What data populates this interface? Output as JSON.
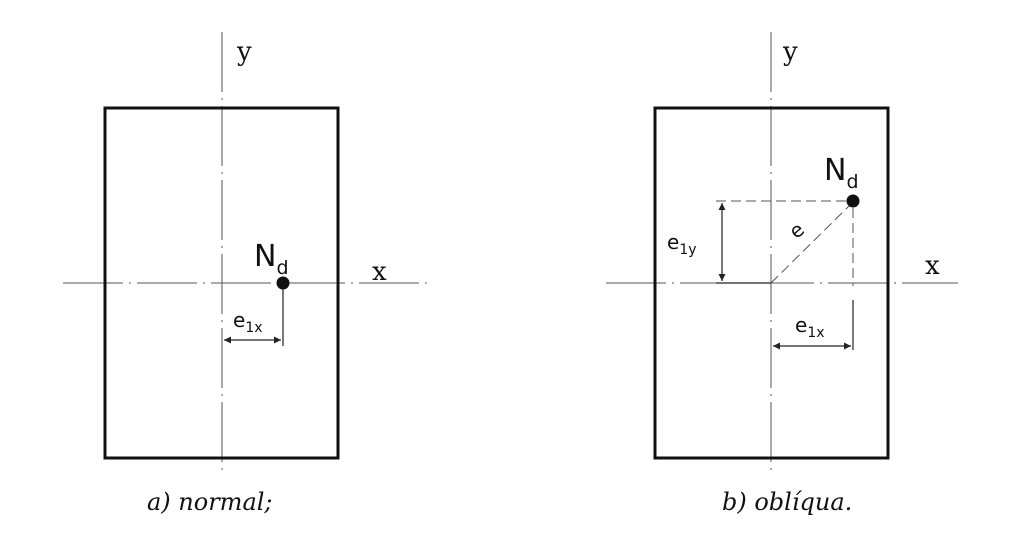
{
  "panel_a": {
    "caption": "a) normal;",
    "axis_x": "x",
    "axis_y": "y",
    "force": {
      "main": "N",
      "sub": "d"
    },
    "ecc_x": {
      "main": "e",
      "sub": "1x"
    }
  },
  "panel_b": {
    "caption": "b) oblíqua.",
    "axis_x": "x",
    "axis_y": "y",
    "force": {
      "main": "N",
      "sub": "d"
    },
    "ecc_x": {
      "main": "e",
      "sub": "1x"
    },
    "ecc_y": {
      "main": "e",
      "sub": "1y"
    },
    "ecc_total": "e"
  },
  "colors": {
    "ink": "#111111",
    "background": "#ffffff"
  }
}
